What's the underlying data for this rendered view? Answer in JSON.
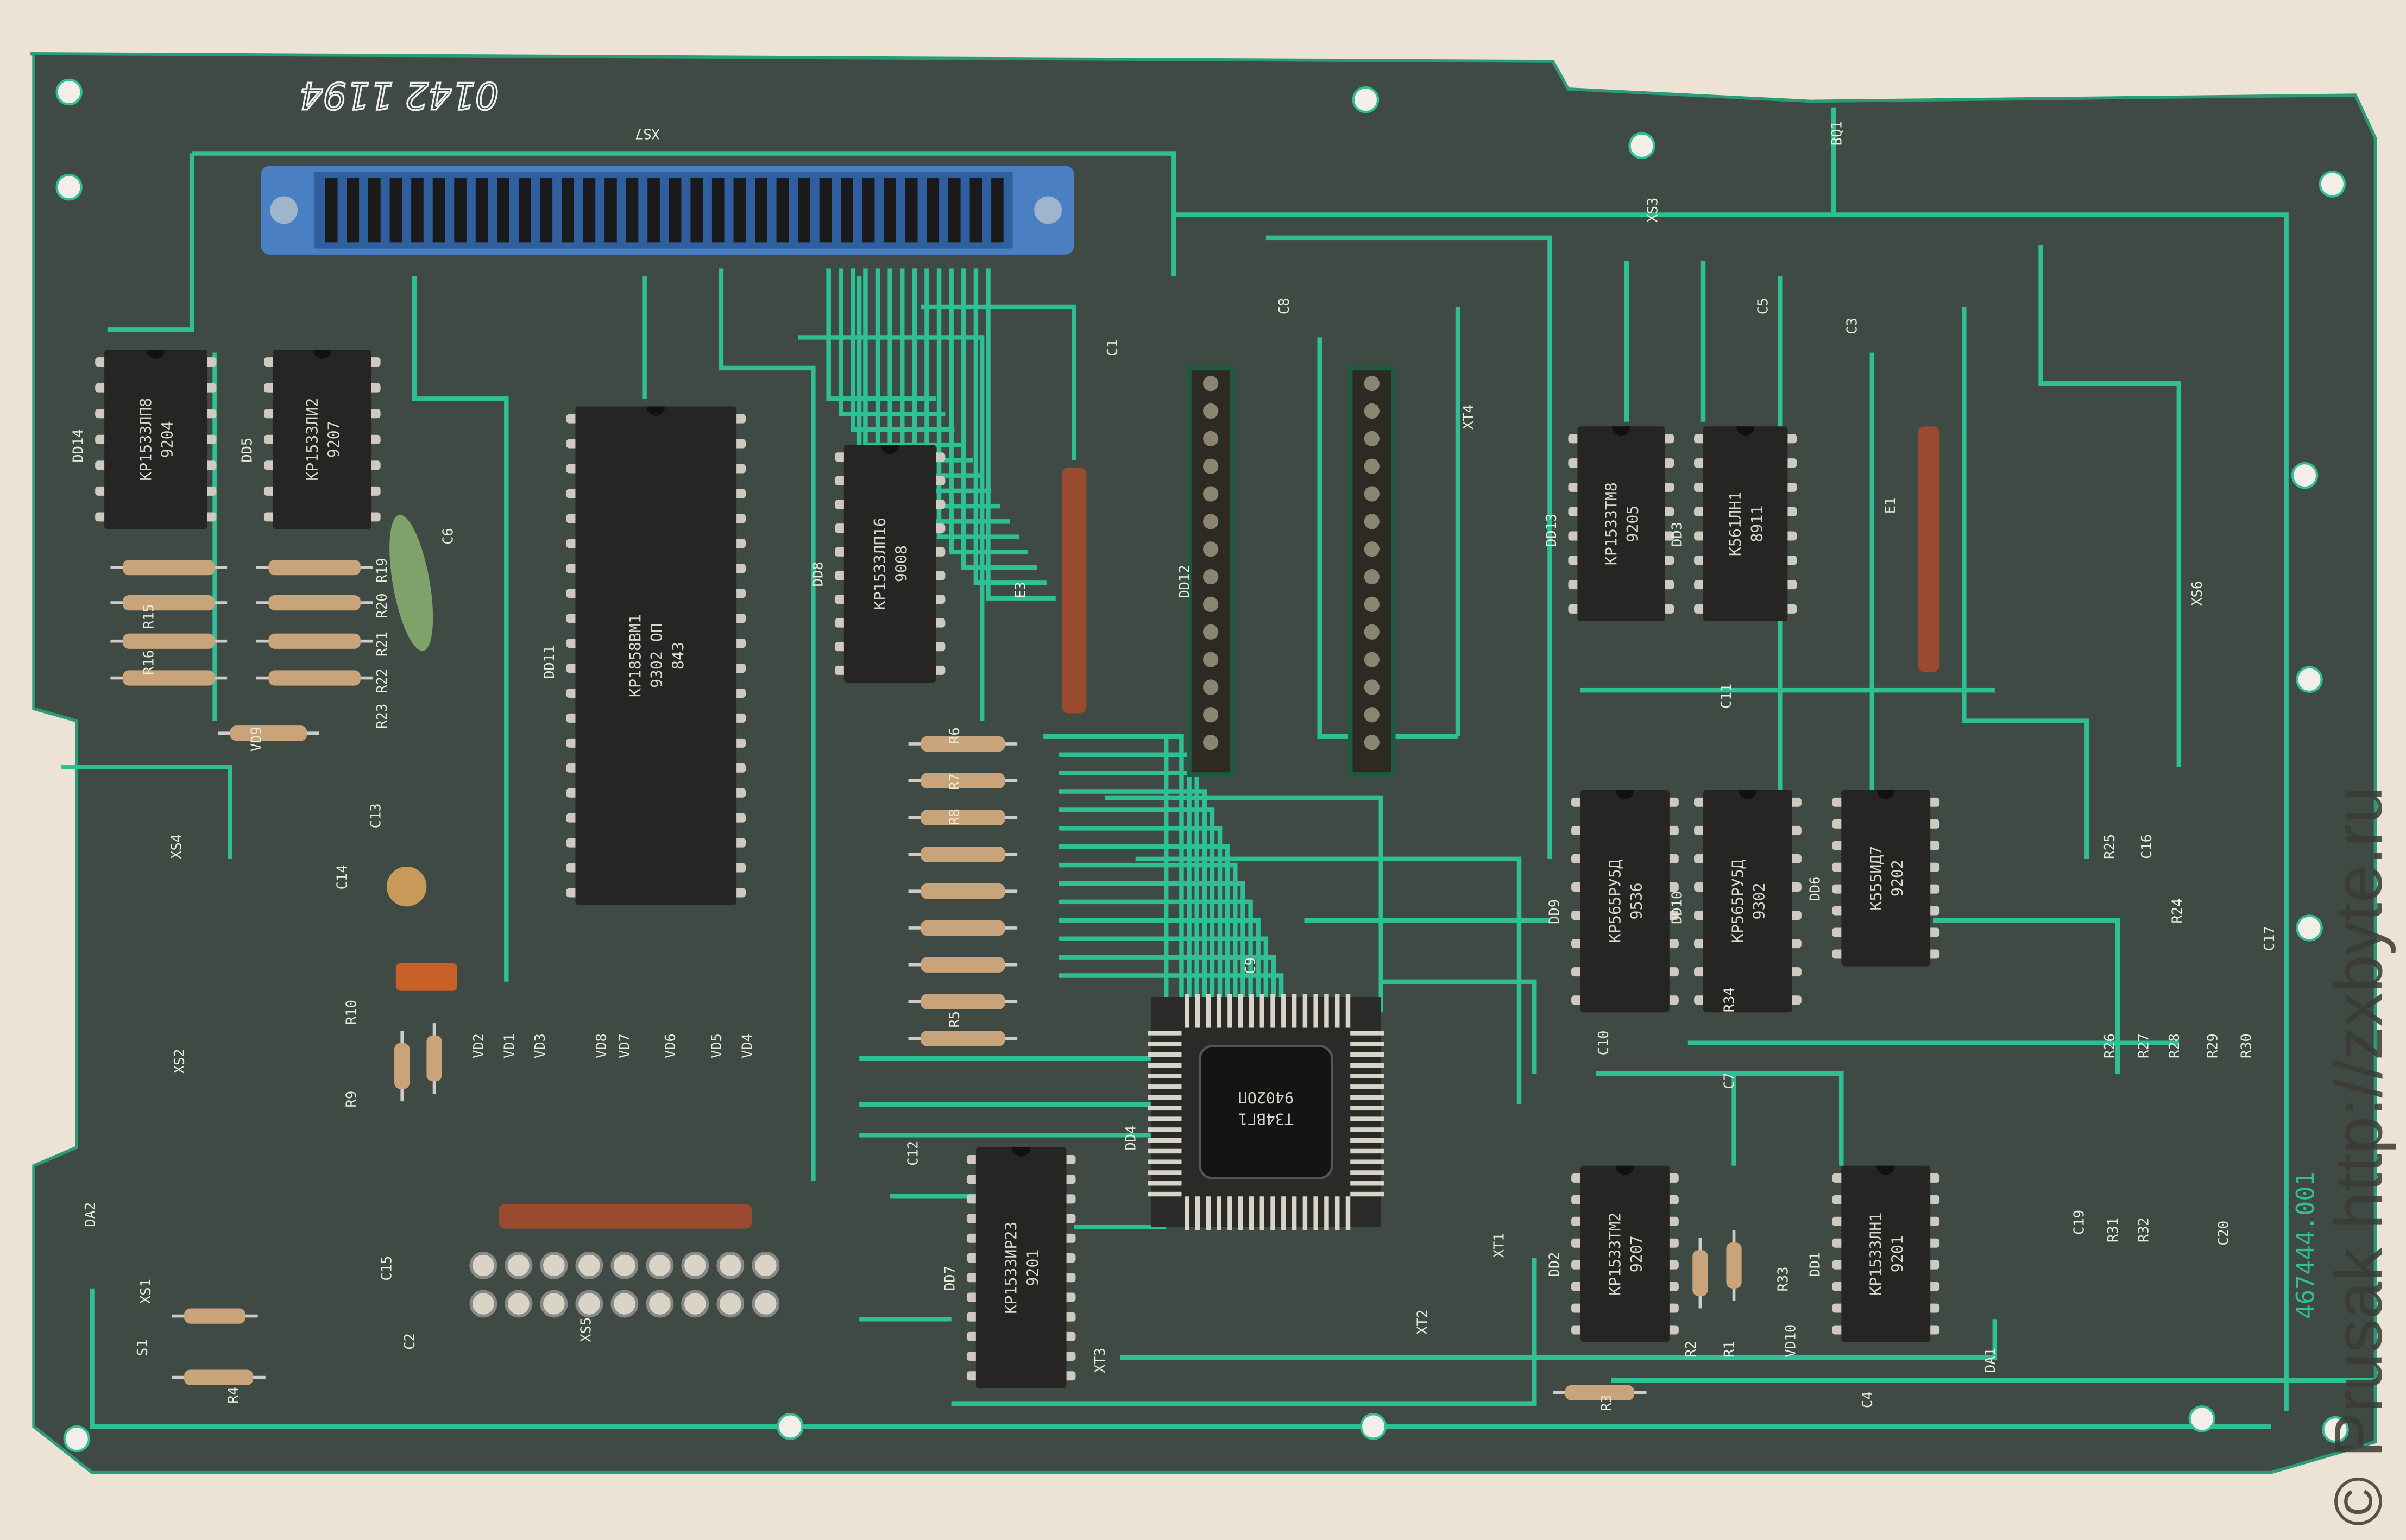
{
  "board": {
    "handwritten_serial": "0142 1194",
    "part_number": "467444.001",
    "connector_label": "XS7",
    "colors": {
      "substrate": "#3f4a44",
      "trace": "#2fbf95",
      "background": "#ece3d5",
      "connector": "#4a7fc4",
      "chip": "#262524"
    }
  },
  "chips": [
    {
      "ref": "DD14",
      "line1": "КР1533ЛП8",
      "line2": "9204"
    },
    {
      "ref": "DD5",
      "line1": "КР1533ЛИ2",
      "line2": "9207"
    },
    {
      "ref": "DD11",
      "line1": "КР1858ВМ1",
      "line2": "9302 ОП",
      "line3": "843"
    },
    {
      "ref": "DD8",
      "line1": "КР1533ЛП16",
      "line2": "9008"
    },
    {
      "ref": "DD13",
      "line1": "КР1533ТМ8",
      "line2": "9205"
    },
    {
      "ref": "DD3",
      "line1": "К561ЛН1",
      "line2": "8911"
    },
    {
      "ref": "DD9",
      "line1": "КР565РУ5Д",
      "line2": "9536"
    },
    {
      "ref": "DD10",
      "line1": "КР565РУ5Д",
      "line2": "9302"
    },
    {
      "ref": "DD6",
      "line1": "К555ИД7",
      "line2": "9202"
    },
    {
      "ref": "DD2",
      "line1": "КР1533ТМ2",
      "line2": "9207"
    },
    {
      "ref": "DD1",
      "line1": "КР1533ЛН1",
      "line2": "9201"
    },
    {
      "ref": "DD7",
      "line1": "КР1533ИР23",
      "line2": "9201"
    },
    {
      "ref": "DD4",
      "line1": "Т34ВГ1",
      "line2": "9402ОП"
    }
  ],
  "silkscreen": [
    "XS1",
    "XS2",
    "XS3",
    "XS4",
    "XS5",
    "XS6",
    "DD12",
    "E1",
    "E3",
    "XT1",
    "XT2",
    "XT3",
    "XT4",
    "C1",
    "C2",
    "C3",
    "C4",
    "C5",
    "C6",
    "C7",
    "C8",
    "C9",
    "C10",
    "C11",
    "C12",
    "C13",
    "C14",
    "C15",
    "C16",
    "C17",
    "C19",
    "C20",
    "R1",
    "R2",
    "R3",
    "R4",
    "R5",
    "R6",
    "R7",
    "R8",
    "R9",
    "R10",
    "R15",
    "R16",
    "R19",
    "R20",
    "R21",
    "R22",
    "R23",
    "R24",
    "R25",
    "R26",
    "R27",
    "R28",
    "R29",
    "R30",
    "R31",
    "R32",
    "R33",
    "R34",
    "VD1",
    "VD2",
    "VD3",
    "VD4",
    "VD5",
    "VD6",
    "VD7",
    "VD8",
    "VD9",
    "VD10",
    "BQ1",
    "DA1",
    "DA2",
    "S1"
  ],
  "watermark": "© Prusak http://zxbyte.ru"
}
